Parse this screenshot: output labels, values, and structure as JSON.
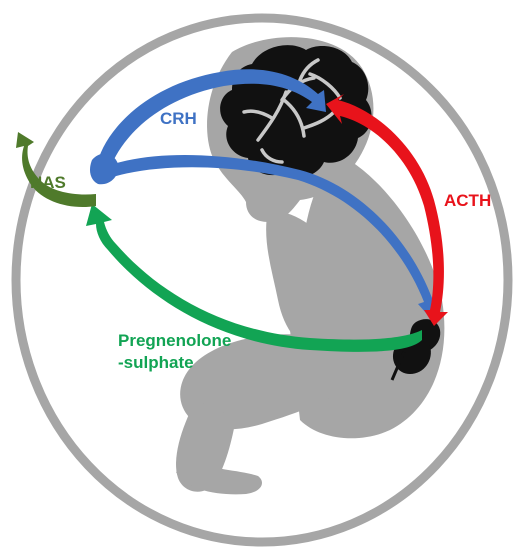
{
  "labels": {
    "crh": "CRH",
    "nas": "NAS",
    "acth": "ACTH",
    "pregnenolone_line1": "Pregnenolone",
    "pregnenolone_line2": "-sulphate"
  },
  "colors": {
    "crh": "#3f72c4",
    "nas": "#4f7a2b",
    "acth": "#e8131b",
    "pregnenolone": "#12a454",
    "fetus": "#a6a6a6",
    "brain": "#111111",
    "outline": "#a6a6a6"
  },
  "icons": {
    "fetus": "fetus-silhouette-icon",
    "brain": "brain-icon",
    "adrenal": "adrenal-gland-icon",
    "placenta": "placenta-icon"
  }
}
